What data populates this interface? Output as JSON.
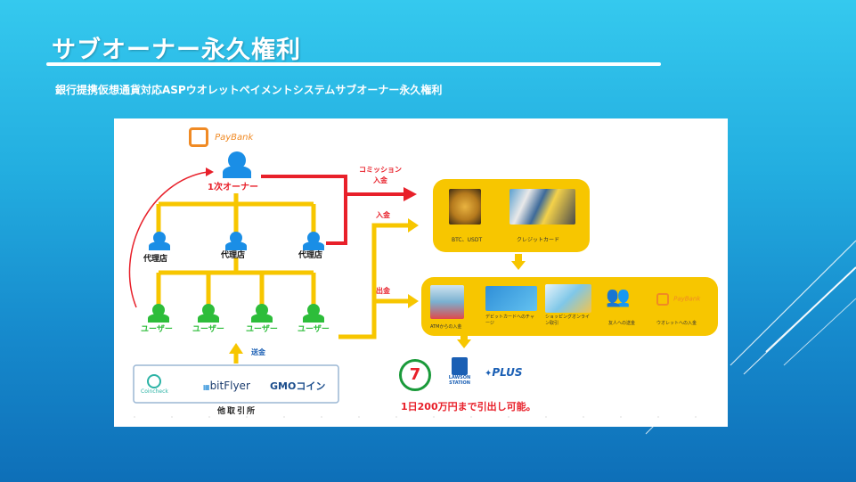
{
  "slide": {
    "title": "サブオーナー永久権利",
    "subtitle": "銀行提携仮想通貨対応ASPウオレットペイメントシステムサブオーナー永久権利"
  },
  "diagram": {
    "brand": "PayBank",
    "top_owner": "1次オーナー",
    "agents": [
      "代理店",
      "代理店",
      "代理店"
    ],
    "users": [
      "ユーザー",
      "ユーザー",
      "ユーザー",
      "ユーザー"
    ],
    "commission_label": "コミッション\n入金",
    "deposit_label": "入金",
    "withdraw_label": "出金",
    "remit_label": "送金",
    "deposit_items": [
      "BTC、USDT",
      "クレジットカード"
    ],
    "withdraw_items": [
      "ATMからの入金",
      "デビットカードへのチャージ",
      "ショッピングオンライン取引",
      "友人への送金",
      "ウオレットへの入金"
    ],
    "exchanges": [
      "Coincheck",
      "bitFlyer",
      "GMOコイン"
    ],
    "exchange_caption": "他取引所",
    "atm_brands": [
      "7",
      "LAWSON STATION",
      "PLUS"
    ],
    "limit_note": "1日200万円まで引出し可能。"
  },
  "colors": {
    "accent_yellow": "#f7c600",
    "accent_red": "#e8202a",
    "owner_blue": "#1a8ee6",
    "user_green": "#2dbd3a"
  }
}
